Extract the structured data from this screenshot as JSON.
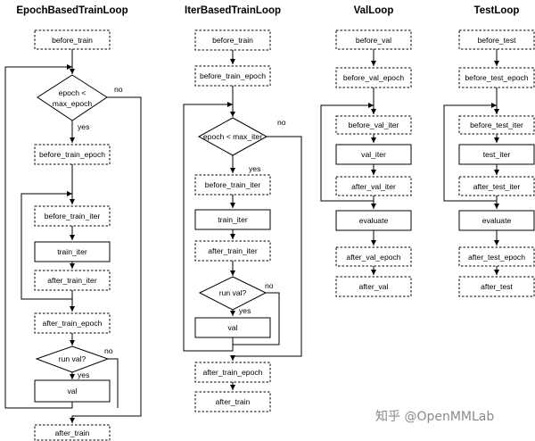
{
  "columns": [
    {
      "id": "epoch",
      "title": "EpochBasedTrainLoop"
    },
    {
      "id": "iter",
      "title": "IterBasedTrainLoop"
    },
    {
      "id": "val",
      "title": "ValLoop"
    },
    {
      "id": "test",
      "title": "TestLoop"
    }
  ],
  "nodes": {
    "e_before_train": "before_train",
    "e_cond": "epoch <\nmax_epoch",
    "e_before_train_epoch": "before_train_epoch",
    "e_before_train_iter": "before_train_iter",
    "e_train_iter": "train_iter",
    "e_after_train_iter": "after_train_iter",
    "e_after_train_epoch": "after_train_epoch",
    "e_runval": "run val?",
    "e_val": "val",
    "e_after_train": "after_train",
    "i_before_train": "before_train",
    "i_before_train_epoch": "before_train_epoch",
    "i_cond": "epoch < max_iter",
    "i_before_train_iter": "before_train_iter",
    "i_train_iter": "train_iter",
    "i_after_train_iter": "after_train_iter",
    "i_runval": "run val?",
    "i_val": "val",
    "i_after_train_epoch": "after_train_epoch",
    "i_after_train": "after_train",
    "v_before_val": "before_val",
    "v_before_val_epoch": "before_val_epoch",
    "v_before_val_iter": "before_val_iter",
    "v_val_iter": "val_iter",
    "v_after_val_iter": "after_val_iter",
    "v_evaluate": "evaluate",
    "v_after_val_epoch": "after_val_epoch",
    "v_after_val": "after_val",
    "t_before_test": "before_test",
    "t_before_test_epoch": "before_test_epoch",
    "t_before_test_iter": "before_test_iter",
    "t_test_iter": "test_iter",
    "t_after_test_iter": "after_test_iter",
    "t_evaluate": "evaluate",
    "t_after_test_epoch": "after_test_epoch",
    "t_after_test": "after_test"
  },
  "edge_labels": {
    "yes": "yes",
    "no": "no"
  },
  "watermark": "知乎 @OpenMMLab"
}
